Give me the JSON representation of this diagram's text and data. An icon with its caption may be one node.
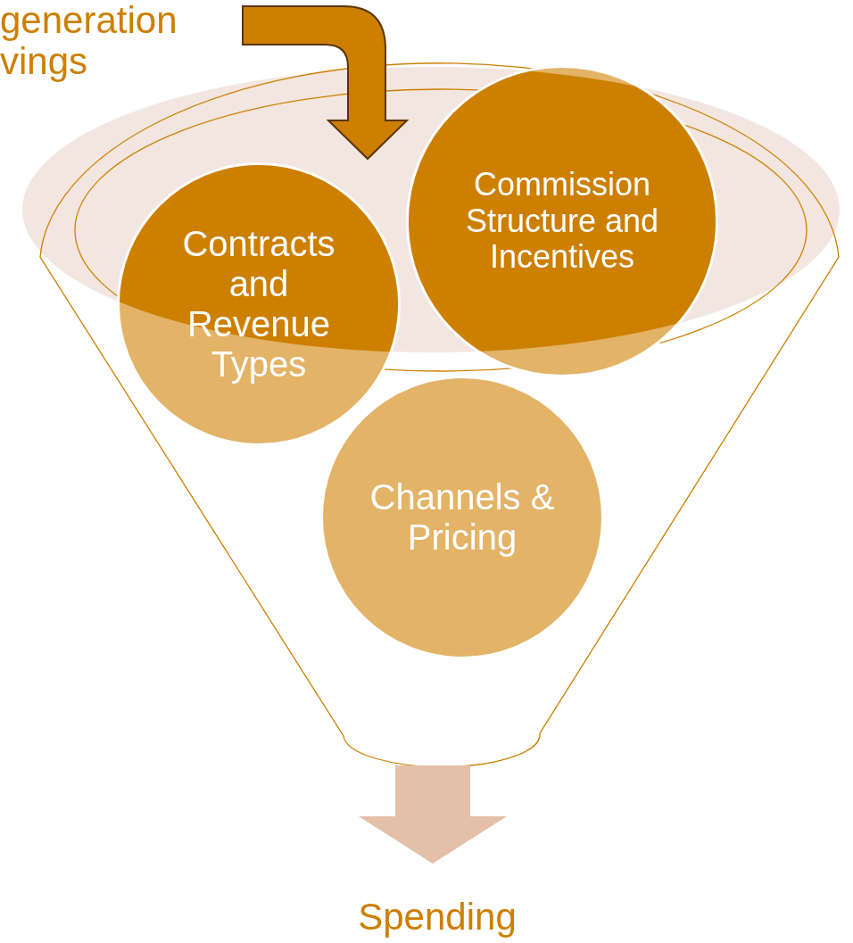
{
  "diagram": {
    "nodes": [
      {
        "text": [
          "generation vings"
        ]
      },
      {
        "text": [],
        "shape": "funnel"
      },
      {
        "text": [
          "Contracts and Revenue Types"
        ],
        "in": 1
      },
      {
        "text": [
          "Commission Structure and Incentives"
        ],
        "in": 1
      },
      {
        "text": [
          "Channels & Pricing"
        ],
        "in": 1
      },
      {
        "text": [
          "Spending"
        ]
      }
    ],
    "edges": [
      {
        "from": 0,
        "to": 1,
        "arrow": "to",
        "color": "#cd7f00"
      },
      {
        "from": 1,
        "to": 5,
        "arrow": "to",
        "color": "#e4c0a8"
      }
    ]
  }
}
